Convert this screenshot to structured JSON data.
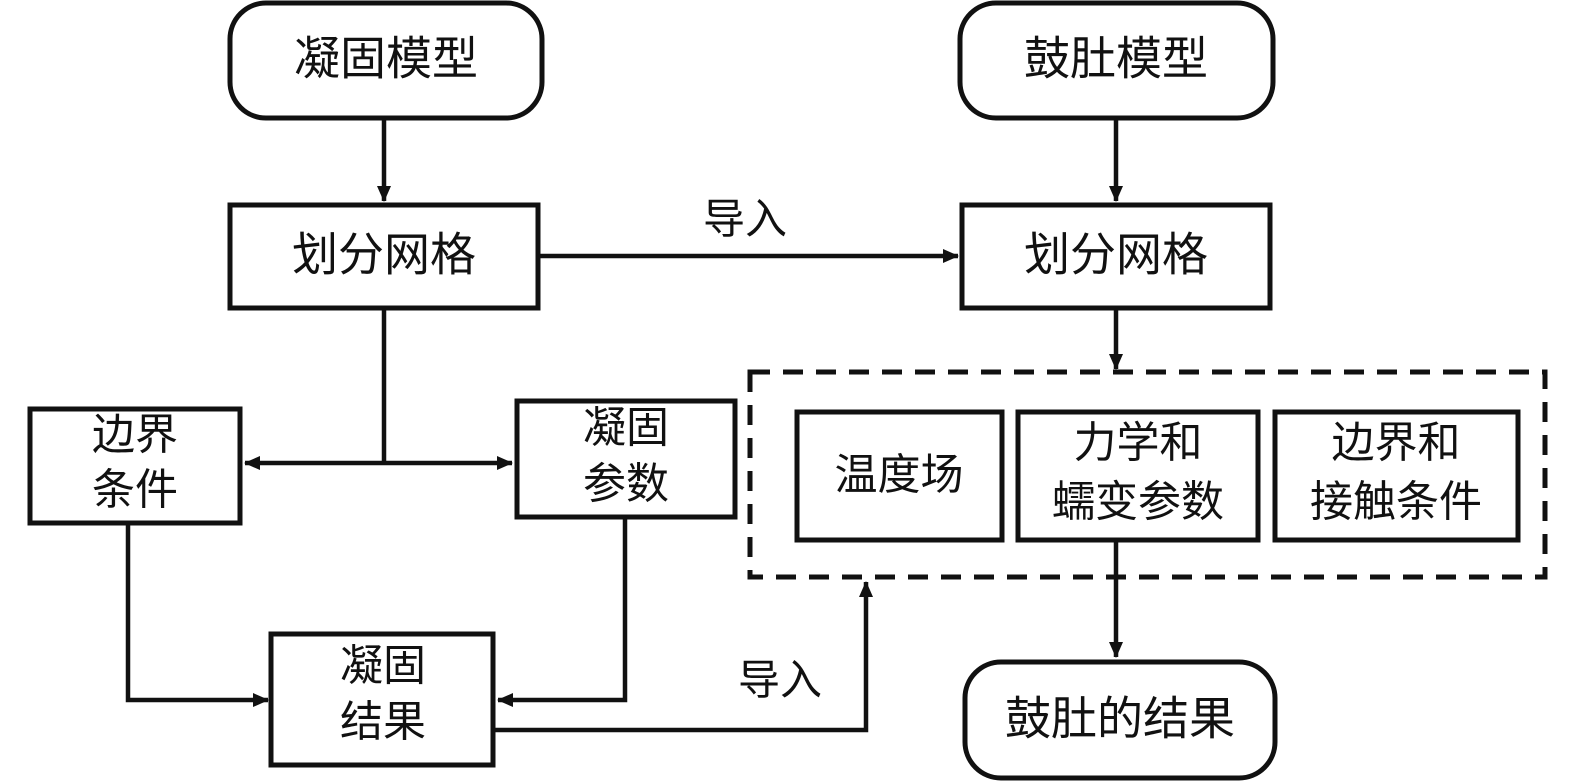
{
  "diagram": {
    "title": "Solidification and bulging simulation flowchart",
    "colors": {
      "stroke": "#111111",
      "fill": "#ffffff",
      "text": "#111111"
    },
    "nodes": {
      "solidification_model": {
        "label": "凝固模型",
        "shape": "rounded"
      },
      "bulging_model": {
        "label": "鼓肚模型",
        "shape": "rounded"
      },
      "mesh_left": {
        "label": "划分网格",
        "shape": "rect"
      },
      "mesh_right": {
        "label": "划分网格",
        "shape": "rect"
      },
      "boundary_condition": {
        "label1": "边界",
        "label2": "条件",
        "shape": "rect"
      },
      "solidification_params": {
        "label1": "凝固",
        "label2": "参数",
        "shape": "rect"
      },
      "solidification_result": {
        "label1": "凝固",
        "label2": "结果",
        "shape": "rect"
      },
      "temperature_field": {
        "label": "温度场",
        "shape": "rect"
      },
      "mech_creep_params": {
        "label1": "力学和",
        "label2": "蠕变参数",
        "shape": "rect"
      },
      "boundary_contact": {
        "label1": "边界和",
        "label2": "接触条件",
        "shape": "rect"
      },
      "bulging_result": {
        "label": "鼓肚的结果",
        "shape": "rounded"
      },
      "parameter_group": {
        "label": "",
        "shape": "dashed-group"
      }
    },
    "edge_labels": {
      "import_top": "导入",
      "import_bottom": "导入"
    }
  }
}
